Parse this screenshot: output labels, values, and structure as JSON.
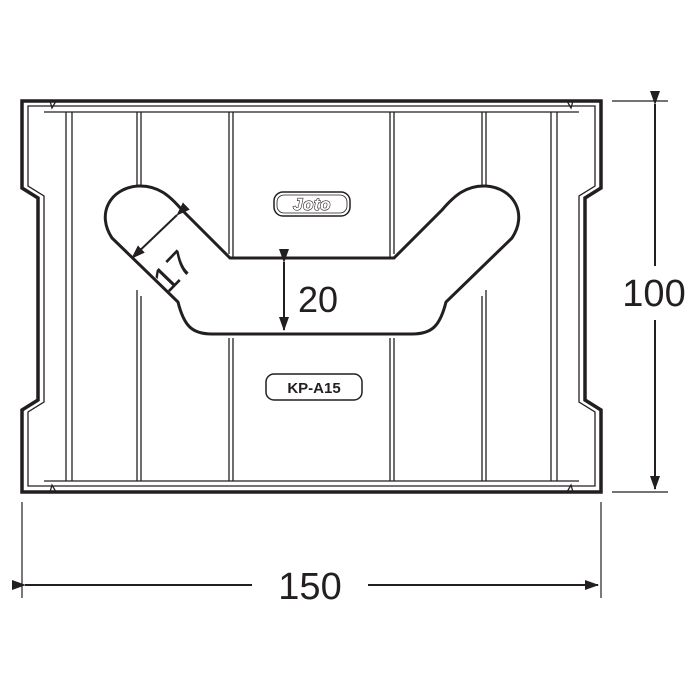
{
  "brand": {
    "logo": "Joto"
  },
  "model": {
    "code": "KP-A15"
  },
  "dimensions": {
    "width": "150",
    "height": "100",
    "slot_height": "20",
    "slot_width": "17"
  },
  "colors": {
    "line": "#231f20",
    "panel": "#ffffff"
  }
}
